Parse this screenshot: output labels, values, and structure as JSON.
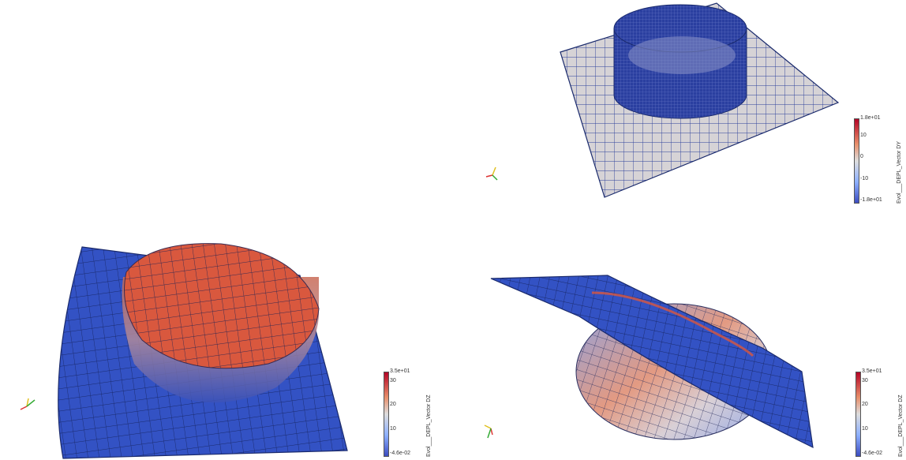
{
  "viewports": {
    "top_left": {
      "content": "empty"
    },
    "top_right": {
      "scalar_bar": {
        "title": "Evol___DEPL_Vector DY",
        "ticks": [
          "1.8e+01",
          "10",
          "0",
          "-10",
          "-1.8e+01"
        ],
        "colormap": [
          "#b40426",
          "#dddddd",
          "#3b4cc0"
        ]
      }
    },
    "bottom_left": {
      "scalar_bar": {
        "title": "Evol___DEPL_Vector DZ",
        "ticks": [
          "3.5e+01",
          "30",
          "20",
          "10",
          "-4.6e-02"
        ],
        "colormap": [
          "#b40426",
          "#dddddd",
          "#3b4cc0"
        ]
      }
    },
    "bottom_right": {
      "scalar_bar": {
        "title": "Evol___DEPL_Vector DZ",
        "ticks": [
          "3.5e+01",
          "30",
          "20",
          "10",
          "-4.6e-02"
        ],
        "colormap": [
          "#b40426",
          "#dddddd",
          "#3b4cc0"
        ]
      }
    }
  },
  "colors": {
    "mesh_blue": "#2b44a8",
    "plate_gray": "#d6d3d6",
    "hot": "#d9583e",
    "edge": "#1a2a6c"
  }
}
